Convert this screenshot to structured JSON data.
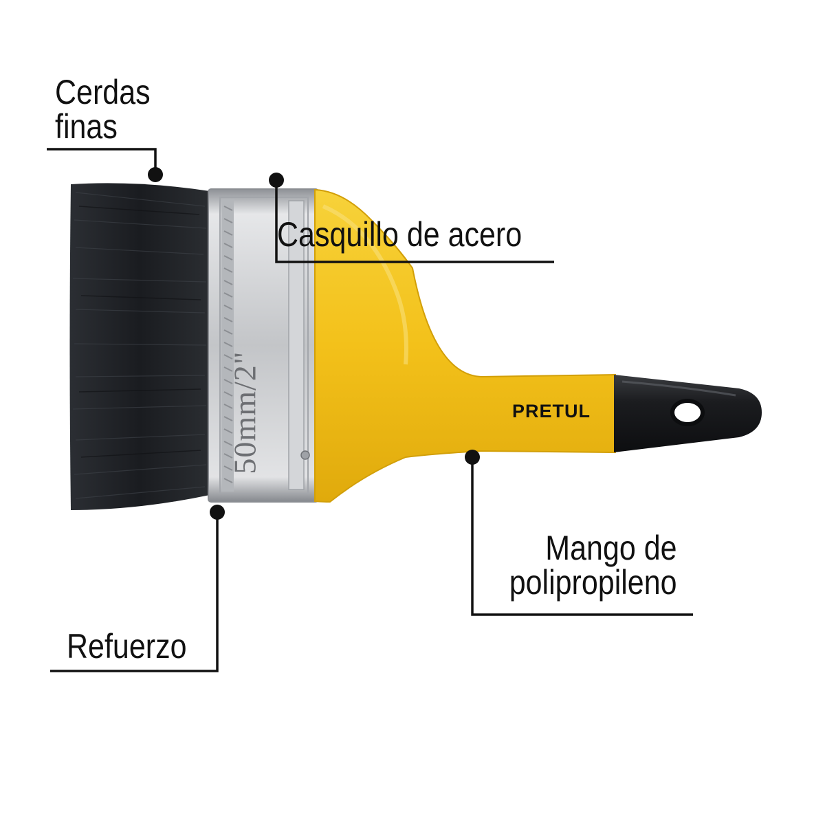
{
  "callouts": {
    "cerdas": {
      "line1": "Cerdas",
      "line2": "finas"
    },
    "casquillo": {
      "label": "Casquillo de acero"
    },
    "mango": {
      "line1": "Mango de",
      "line2": "polipropileno"
    },
    "refuerzo": {
      "label": "Refuerzo"
    }
  },
  "product": {
    "brand": "PRETUL",
    "size_marking": "50mm/2\""
  },
  "colors": {
    "handle_yellow": "#f4c21b",
    "handle_black": "#1a1a1a",
    "bristles": "#1c1e22",
    "ferrule_steel": "#c9cbce",
    "callout_line": "#111111"
  }
}
